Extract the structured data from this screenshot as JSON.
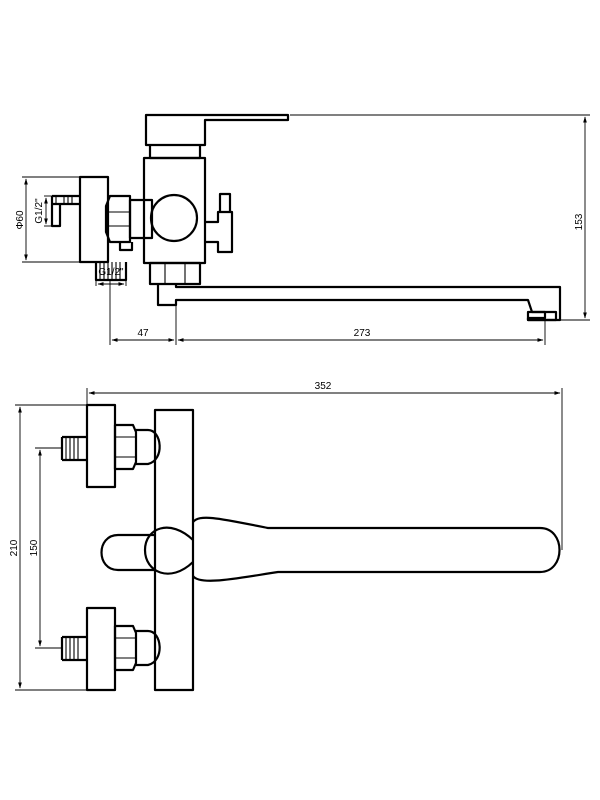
{
  "side_view": {
    "dim_height": "153",
    "dim_left": "47",
    "dim_right": "273",
    "dim_diameter": "Φ60",
    "thread_upper": "G1/2\"",
    "thread_lower": "G1/2\""
  },
  "top_view": {
    "dim_width": "352",
    "dim_height": "210",
    "dim_spacing": "150"
  }
}
